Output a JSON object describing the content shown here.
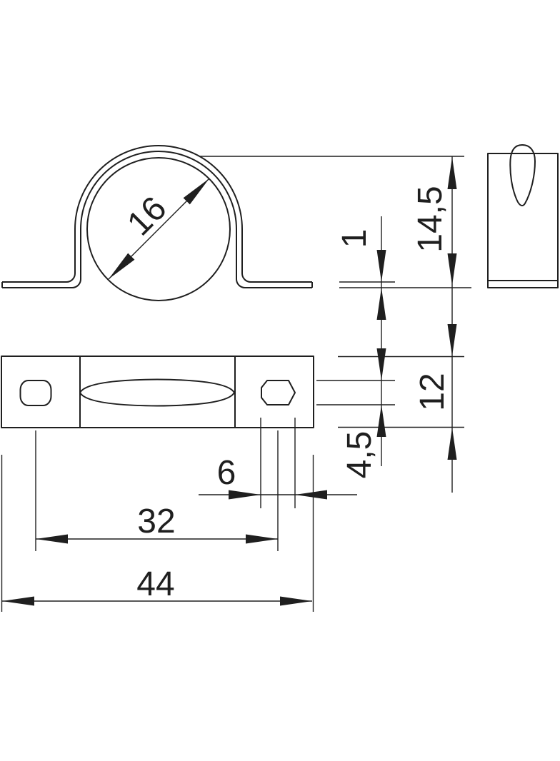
{
  "page": {
    "background_color": "#ffffff",
    "line_color": "#1f1f1f"
  },
  "drawing": {
    "labels": {
      "pipe_diameter": "16",
      "overall_height": "14,5",
      "material_thickness": "1",
      "clamp_width": "12",
      "hole_height": "4,5",
      "hole_width": "6",
      "hole_spacing": "32",
      "overall_length": "44"
    }
  }
}
